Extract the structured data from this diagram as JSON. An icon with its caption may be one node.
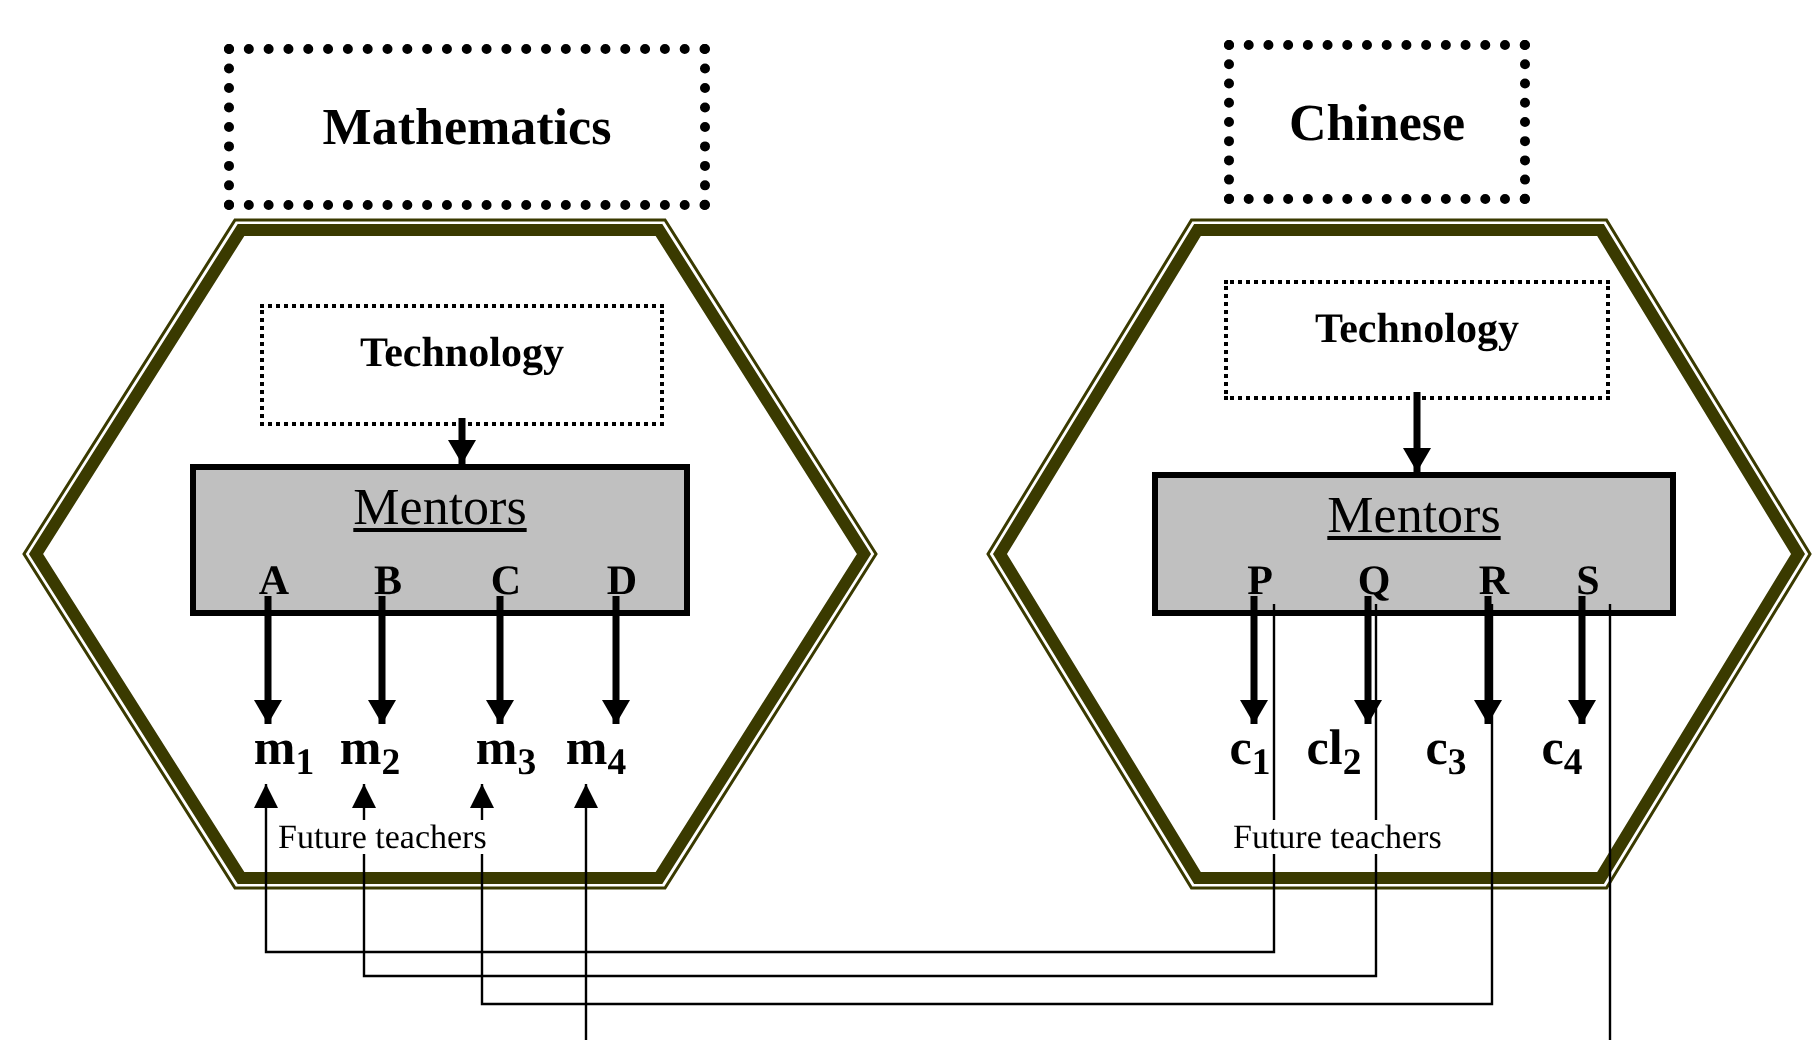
{
  "diagram": {
    "nodes": [
      {
        "text": [
          "Mathematics"
        ]
      },
      {
        "text": [
          "Future teachers"
        ]
      },
      {
        "text": [
          "Technology"
        ],
        "in": 1
      },
      {
        "text": [
          "Mentors"
        ],
        "in": 1
      },
      {
        "text": [
          "A"
        ],
        "in": 3
      },
      {
        "text": [
          "B"
        ],
        "in": 3
      },
      {
        "text": [
          "C"
        ],
        "in": 3
      },
      {
        "text": [
          "D"
        ],
        "in": 3
      },
      {
        "text": [
          "m$_{1}$"
        ],
        "in": 1
      },
      {
        "text": [
          "m$_{2}$"
        ],
        "in": 1
      },
      {
        "text": [
          "m$_{3}$"
        ],
        "in": 1
      },
      {
        "text": [
          "m$_{4}$"
        ],
        "in": 1
      },
      {
        "text": [
          "Chinese"
        ]
      },
      {
        "text": [
          "Future teachers"
        ]
      },
      {
        "text": [
          "Technology"
        ],
        "in": 13
      },
      {
        "text": [
          "Mentors"
        ],
        "in": 13
      },
      {
        "text": [
          "P"
        ],
        "in": 15
      },
      {
        "text": [
          "Q"
        ],
        "in": 15
      },
      {
        "text": [
          "R"
        ],
        "in": 15
      },
      {
        "text": [
          "S"
        ],
        "in": 15
      },
      {
        "text": [
          "c$_{1}$"
        ],
        "in": 13
      },
      {
        "text": [
          "cl$_{2}$"
        ],
        "in": 13
      },
      {
        "text": [
          "c$_{3}$"
        ],
        "in": 13
      },
      {
        "text": [
          "c$_{4}$"
        ],
        "in": 13
      }
    ],
    "edges": [
      {
        "from": 2,
        "to": 3,
        "arrow": "to"
      },
      {
        "from": 4,
        "to": 8,
        "arrow": "to"
      },
      {
        "from": 5,
        "to": 9,
        "arrow": "to"
      },
      {
        "from": 6,
        "to": 10,
        "arrow": "to"
      },
      {
        "from": 7,
        "to": 11,
        "arrow": "to"
      },
      {
        "from": 14,
        "to": 15,
        "arrow": "to"
      },
      {
        "from": 16,
        "to": 20,
        "arrow": "to"
      },
      {
        "from": 17,
        "to": 21,
        "arrow": "to"
      },
      {
        "from": 18,
        "to": 22,
        "arrow": "to"
      },
      {
        "from": 19,
        "to": 23,
        "arrow": "to"
      },
      {
        "from": 16,
        "to": 8,
        "arrow": "to"
      },
      {
        "from": 17,
        "to": 9,
        "arrow": "to"
      },
      {
        "from": 18,
        "to": 10,
        "arrow": "to"
      },
      {
        "from": 19,
        "to": 11,
        "arrow": "to"
      }
    ]
  }
}
